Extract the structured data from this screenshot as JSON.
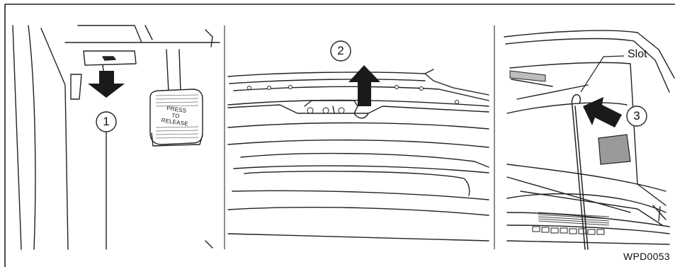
{
  "figure": {
    "code": "WPD0053",
    "panels": [
      {
        "step": "1",
        "pedal_text": [
          "PRESS",
          "TO",
          "RELEASE"
        ]
      },
      {
        "step": "2"
      },
      {
        "step": "3",
        "slot_label": "Slot"
      }
    ]
  }
}
